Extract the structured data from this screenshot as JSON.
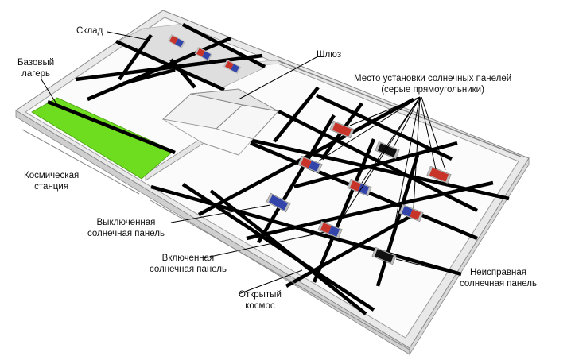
{
  "labels": {
    "warehouse": "Склад",
    "base_camp_line1": "Базовый",
    "base_camp_line2": "лагерь",
    "airlock": "Шлюз",
    "panel_sites_line1": "Место установки солнечных панелей",
    "panel_sites_line2": "(серые прямоугольники)",
    "space_station_line1": "Космическая",
    "space_station_line2": "станция",
    "panel_off_line1": "Выключенная",
    "panel_off_line2": "солнечная панель",
    "panel_on_line1": "Включенная",
    "panel_on_line2": "солнечная панель",
    "open_space_line1": "Открытый",
    "open_space_line2": "космос",
    "panel_faulty_line1": "Неисправная",
    "panel_faulty_line2": "солнечная панель"
  },
  "colors": {
    "base_camp": "#6edc1f",
    "panel_on": "#c8342a",
    "panel_off": "#3344aa",
    "panel_faulty": "#111111",
    "panel_site": "#bdbdbd",
    "warehouse_floor": "#dedede",
    "line": "#000000",
    "wall": "#e2e2e2"
  }
}
